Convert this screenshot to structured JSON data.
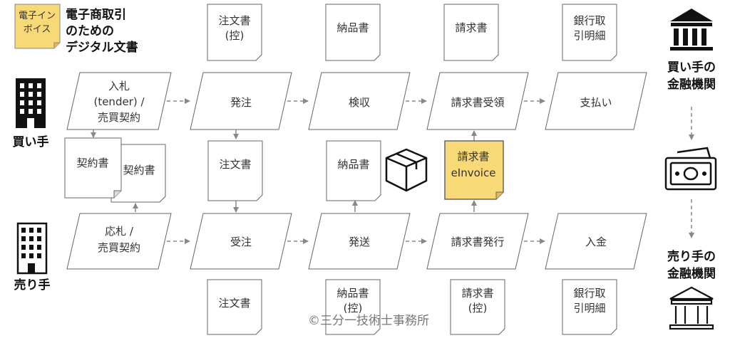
{
  "legend": {
    "sticky_label": [
      "電子イン",
      "ボイス"
    ],
    "title_lines": [
      "電子商取引",
      "のための",
      "デジタル文書"
    ]
  },
  "actors": {
    "buyer": "買い手",
    "seller": "売り手",
    "buyer_bank": [
      "買い手の",
      "金融機関"
    ],
    "seller_bank": [
      "売り手の",
      "金融機関"
    ]
  },
  "buyer_process": [
    [
      "入札",
      "(tender) /",
      "売買契約"
    ],
    [
      "発注"
    ],
    [
      "検収"
    ],
    [
      "請求書受領"
    ],
    [
      "支払い"
    ]
  ],
  "seller_process": [
    [
      "応札 /",
      "売買契約"
    ],
    [
      "受注"
    ],
    [
      "発送"
    ],
    [
      "請求書発行"
    ],
    [
      "入金"
    ]
  ],
  "top_documents": [
    [
      "注文書",
      "(控)"
    ],
    [
      "納品書"
    ],
    [
      "請求書"
    ],
    [
      "銀行取",
      "引明細"
    ]
  ],
  "bottom_documents": [
    [
      "注文書"
    ],
    [
      "納品書",
      "(控)"
    ],
    [
      "請求書",
      "(控)"
    ],
    [
      "銀行取",
      "引明細"
    ]
  ],
  "middle_documents": {
    "contract_front": "契約書",
    "contract_back": "契約書",
    "order": "注文書",
    "delivery": "納品書",
    "einvoice": [
      "請求書",
      "eInvoice"
    ]
  },
  "copyright": "©三分一技術士事務所",
  "colors": {
    "sticky": "#f8d978",
    "line": "#888888",
    "shape_border": "#666666"
  },
  "icons": [
    "building-icon",
    "bank-icon",
    "banknote-icon",
    "package-box-icon"
  ]
}
